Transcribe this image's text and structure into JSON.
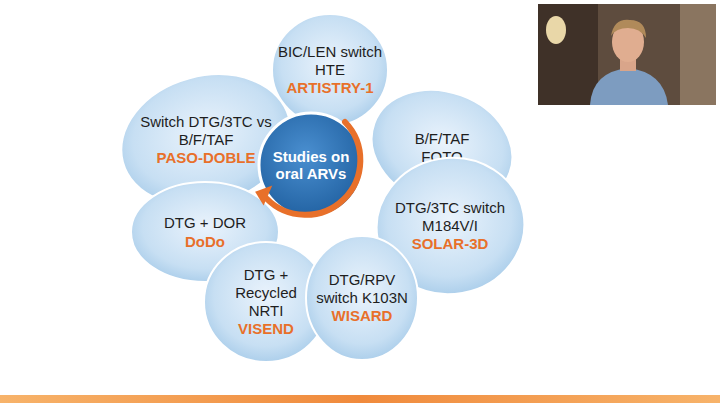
{
  "diagram": {
    "nodes": [
      {
        "text": [
          "Studies on oral ARVs"
        ]
      },
      {
        "text": [
          "BIC/LEN switch HTE",
          "ARTISTRY-1"
        ]
      },
      {
        "text": [
          "B/F/TAF FOTO"
        ]
      },
      {
        "text": [
          "DTG/3TC switch M184V/I",
          "SOLAR-3D"
        ]
      },
      {
        "text": [
          "DTG/RPV switch K103N",
          "WISARD"
        ]
      },
      {
        "text": [
          "DTG + Recycled NRTI",
          "VISEND"
        ]
      },
      {
        "text": [
          "DTG + DOR",
          "DoDo"
        ]
      },
      {
        "text": [
          "Switch DTG/3TC vs B/F/TAF",
          "PASO-DOBLE"
        ]
      }
    ]
  }
}
